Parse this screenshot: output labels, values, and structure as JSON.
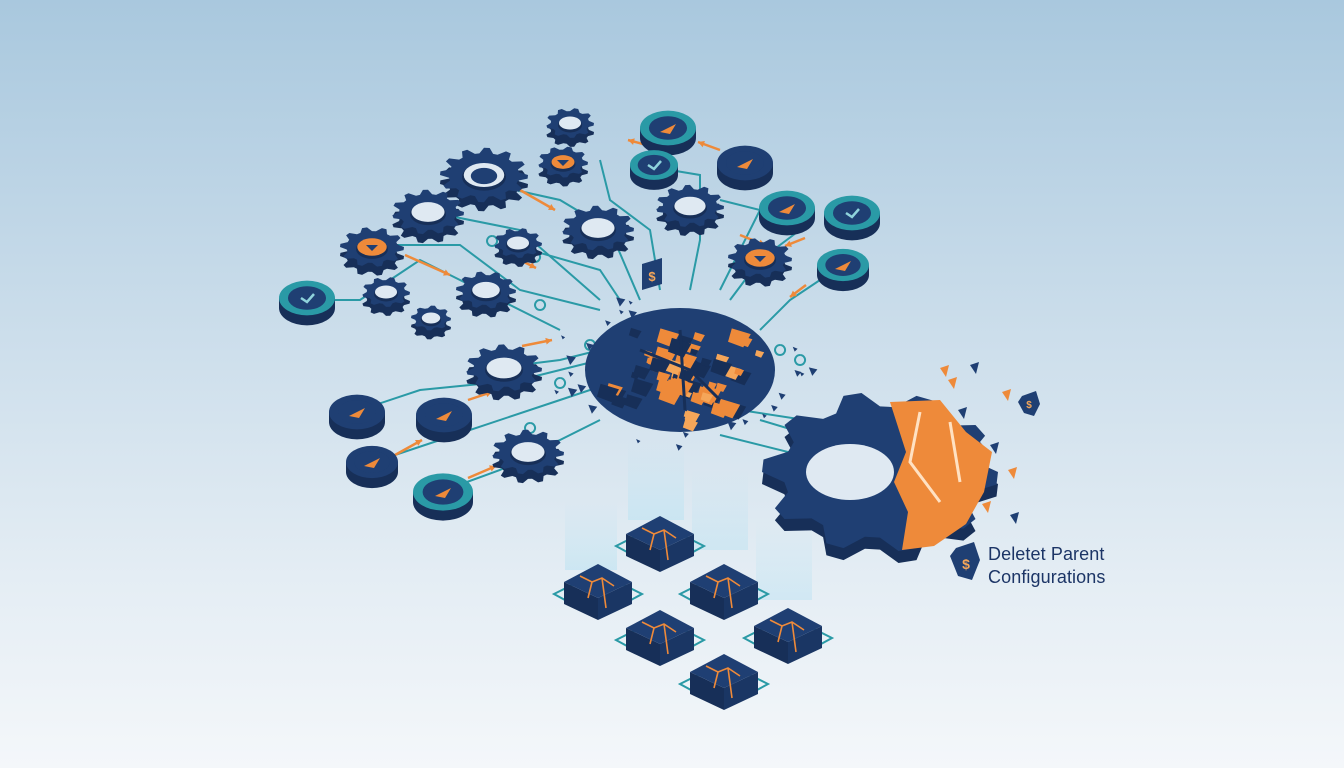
{
  "caption": {
    "line1": "Deletet Parent",
    "line2": "Configurations",
    "badge_glyph": "$"
  },
  "tag_glyph": "$",
  "colors": {
    "navy": "#1f3f73",
    "navy_dark": "#172f58",
    "teal": "#2a9aa6",
    "orange": "#ee8a3a",
    "orange_light": "#f5a659",
    "caption_text": "#1c3566"
  },
  "icons": [
    "gear-icon",
    "coin-icon",
    "arrow-icon",
    "circuit-trace",
    "explosion-burst",
    "cracked-block-icon",
    "shield-badge-icon",
    "broken-gear-icon"
  ]
}
